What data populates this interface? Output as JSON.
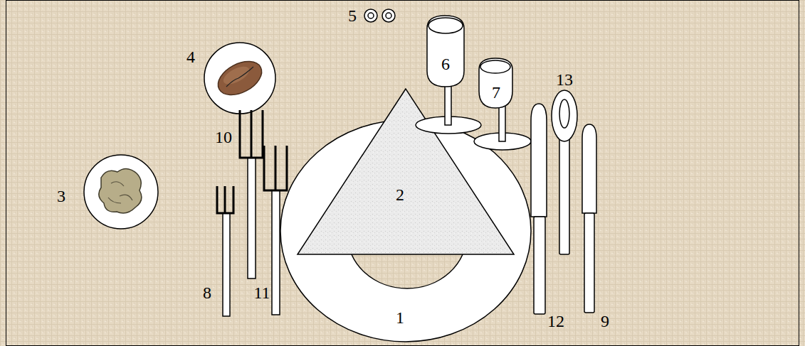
{
  "diagram": {
    "labels": [
      "5",
      "6",
      "7",
      "4",
      "13",
      "10",
      "3",
      "2",
      "8",
      "11",
      "12",
      "9",
      "1"
    ]
  }
}
